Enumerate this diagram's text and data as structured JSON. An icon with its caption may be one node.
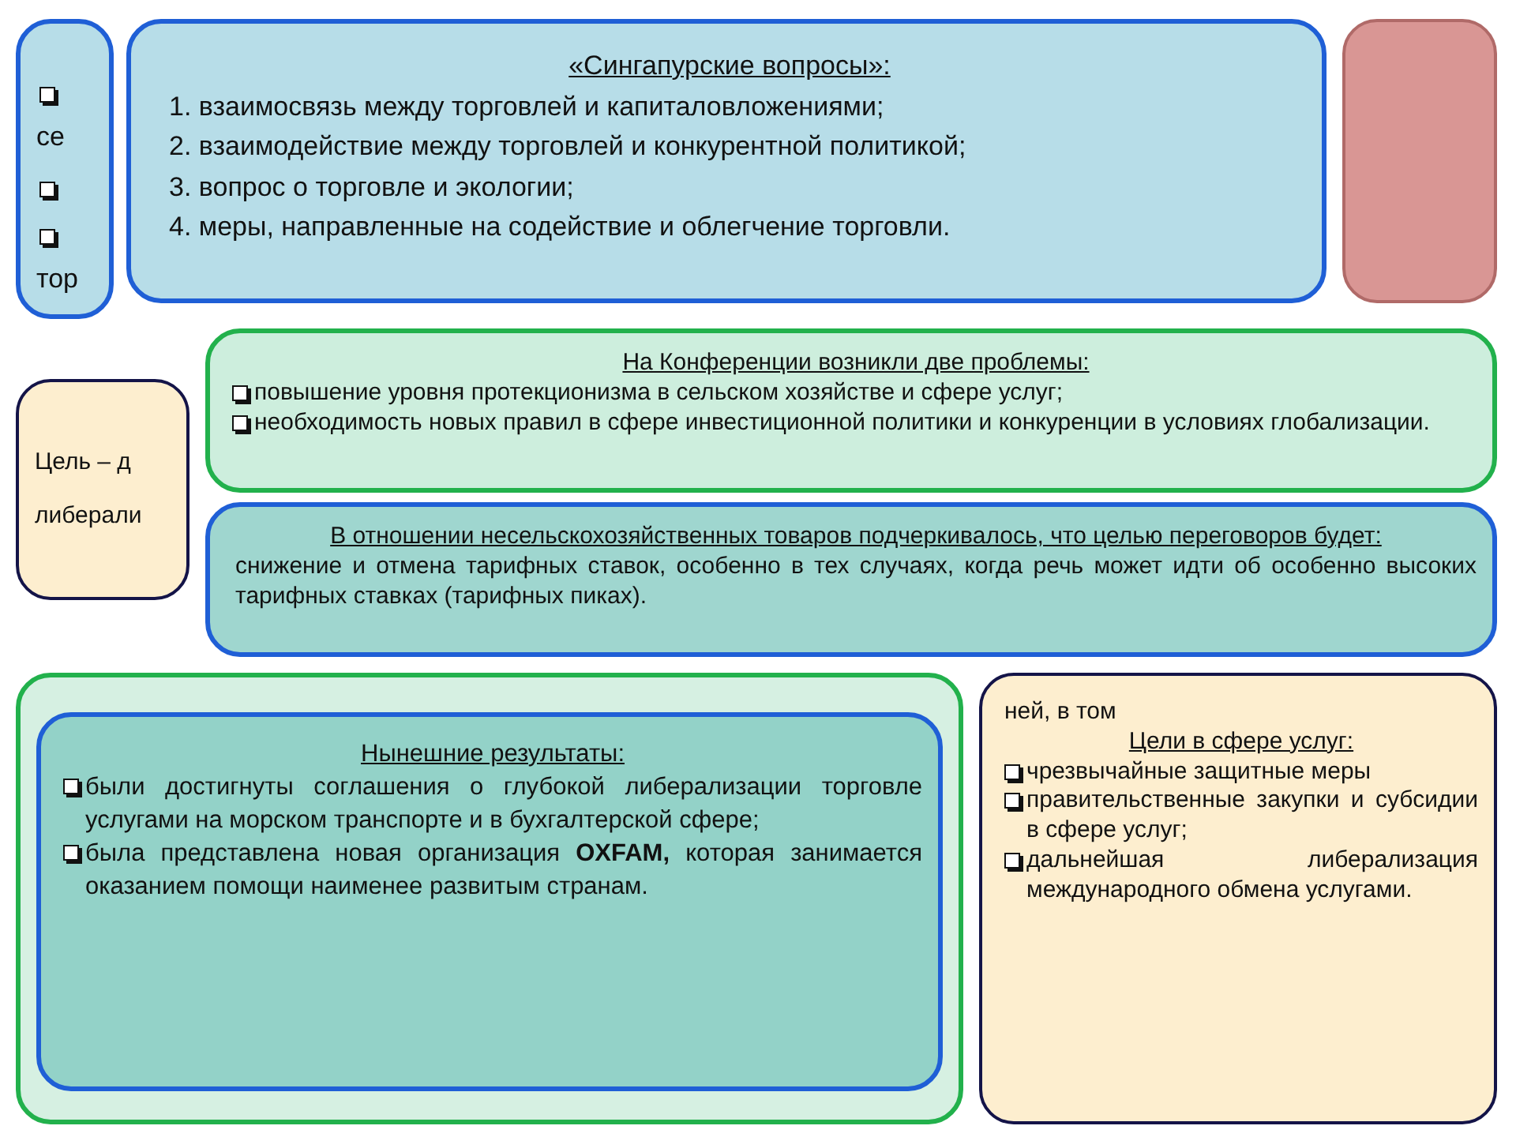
{
  "diagram": {
    "nodes": [
      {
        "text": [],
        "shape": "box"
      },
      {
        "text": [
          "се",
          "тор"
        ]
      },
      {
        "text": [
          "«Сингапурские вопросы»:",
          "1. взаимосвязь между торговлей и капиталовложениями;",
          "2. взаимодействие между торговлей и конкурентной политикой;",
          "3. вопрос о торговле и экологии;",
          "4. меры, направленные на содействие и облегчение торговли."
        ]
      },
      {
        "text": [
          "Цель – д",
          "либерали"
        ]
      },
      {
        "text": [
          "На Конференции возникли две проблемы:",
          "повышение уровня протекционизма в сельском хозяйстве и сфере услуг;",
          "необходимость новых правил в сфере инвестиционной политики и конкуренции в условиях глобализации."
        ]
      },
      {
        "text": [
          "В отношении несельскохозяйственных товаров подчеркивалось, что целью переговоров будет:",
          "снижение и отмена тарифных ставок, особенно в тех случаях, когда речь может идти об особенно высоких тарифных ставках (тарифных пиках)."
        ]
      },
      {
        "text": [
          "ней, в том",
          "Цели в сфере услуг:",
          "чрезвычайные защитные меры",
          "правительственные закупки и субсидии в сфере услуг;",
          "дальнейшая либерализация международного обмена услугами."
        ]
      },
      {
        "text": [],
        "shape": "box"
      },
      {
        "text": [
          "Нынешние результаты:",
          "были достигнуты соглашения о глубокой либерализации торговле услугами на морском транспорте и в бухгалтерской сфере;",
          "была представлена новая организация **OXFAM,** которая занимается оказанием помощи наименее развитым странам."
        ],
        "in": 7
      }
    ]
  }
}
